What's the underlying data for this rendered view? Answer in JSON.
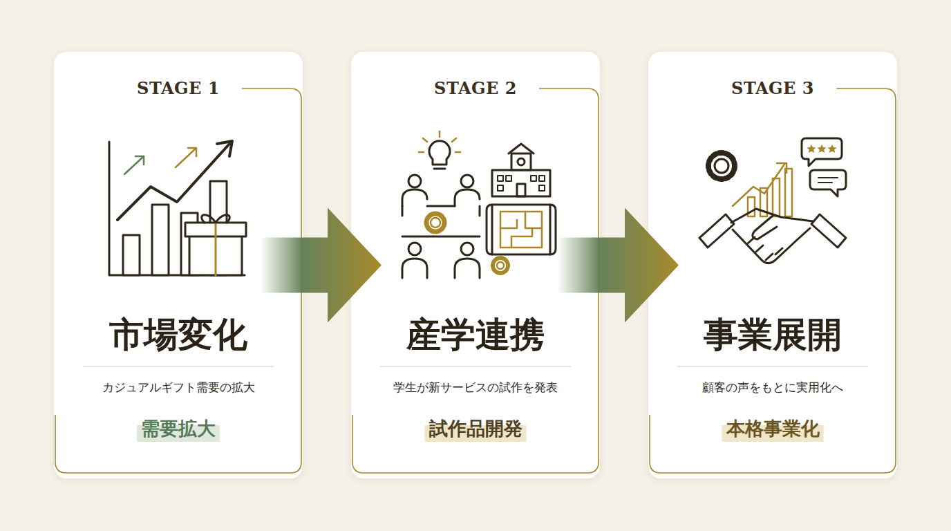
{
  "diagram": {
    "nodes": [
      {
        "text": [
          "STAGE 1",
          "市場変化",
          "カジュアルギフト需要の拡大",
          "需要拡大"
        ]
      },
      {
        "text": [
          "STAGE 2",
          "産学連携",
          "学生が新サービスの試作を発表",
          "試作品開発"
        ]
      },
      {
        "text": [
          "STAGE 3",
          "事業展開",
          "顧客の声をもとに実用化へ",
          "本格事業化"
        ]
      }
    ],
    "edges": [
      {
        "from": 0,
        "to": 1,
        "arrow": "to"
      },
      {
        "from": 1,
        "to": 2,
        "arrow": "to"
      }
    ]
  }
}
